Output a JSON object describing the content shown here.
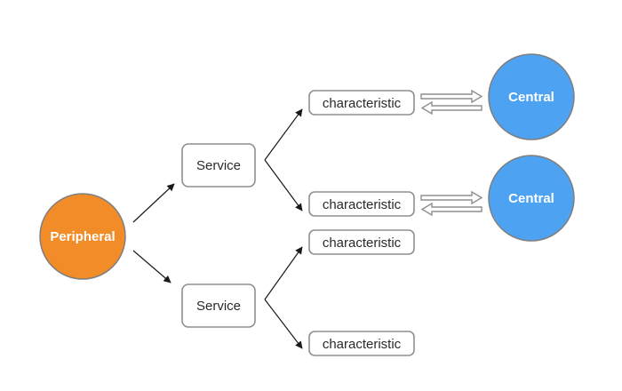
{
  "colors": {
    "peripheral": "#F28C28",
    "central": "#4DA3F2",
    "box_border": "#8f8f8f"
  },
  "peripheral": {
    "label": "Peripheral"
  },
  "services": [
    {
      "label": "Service"
    },
    {
      "label": "Service"
    }
  ],
  "characteristics": [
    {
      "label": "characteristic"
    },
    {
      "label": "characteristic"
    },
    {
      "label": "characteristic"
    },
    {
      "label": "characteristic"
    }
  ],
  "centrals": [
    {
      "label": "Central"
    },
    {
      "label": "Central"
    }
  ]
}
